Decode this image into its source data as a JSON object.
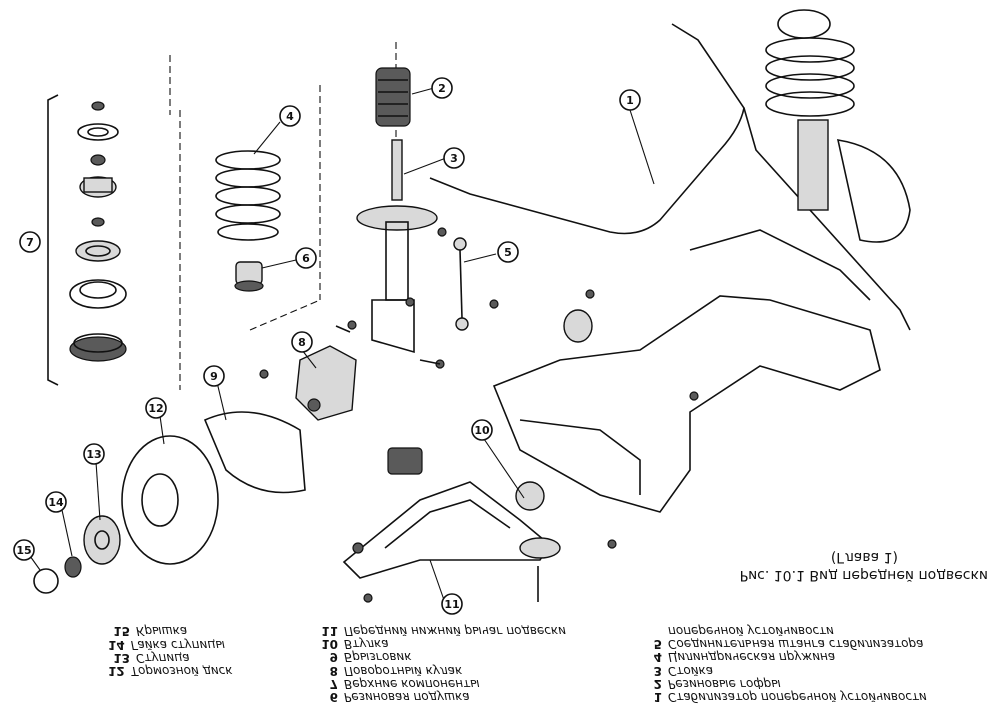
{
  "caption": {
    "line1": "Рис. 10.1 Вид передней подвески",
    "line2": "(Глава 1)"
  },
  "legend": {
    "left": [
      {
        "num": "1",
        "text": "Стабилизатор поперечной устойчивости"
      },
      {
        "num": "2",
        "text": "Резиновые гофры"
      },
      {
        "num": "3",
        "text": "Стойка"
      },
      {
        "num": "4",
        "text": "Цилиндрическая пружина"
      },
      {
        "num": "5",
        "text": "Соединительная штанга стабилизатора"
      },
      {
        "num": "",
        "text": "поперечной устойчивости"
      }
    ],
    "mid": [
      {
        "num": "6",
        "text": "Резиновая подушка"
      },
      {
        "num": "7",
        "text": "Верхние компоненты"
      },
      {
        "num": "8",
        "text": "Поворотный кулак"
      },
      {
        "num": "9",
        "text": "Брызговик"
      },
      {
        "num": "10",
        "text": "Втулка"
      },
      {
        "num": "11",
        "text": "Передний нижний рычаг подвески"
      }
    ],
    "right": [
      {
        "num": "12",
        "text": "Тормозной диск"
      },
      {
        "num": "13",
        "text": "Ступица"
      },
      {
        "num": "14",
        "text": "Гайка ступицы"
      },
      {
        "num": "15",
        "text": "Крышка"
      }
    ]
  },
  "callouts": [
    "1",
    "2",
    "3",
    "4",
    "5",
    "6",
    "7",
    "8",
    "9",
    "10",
    "11",
    "12",
    "13",
    "14",
    "15"
  ]
}
